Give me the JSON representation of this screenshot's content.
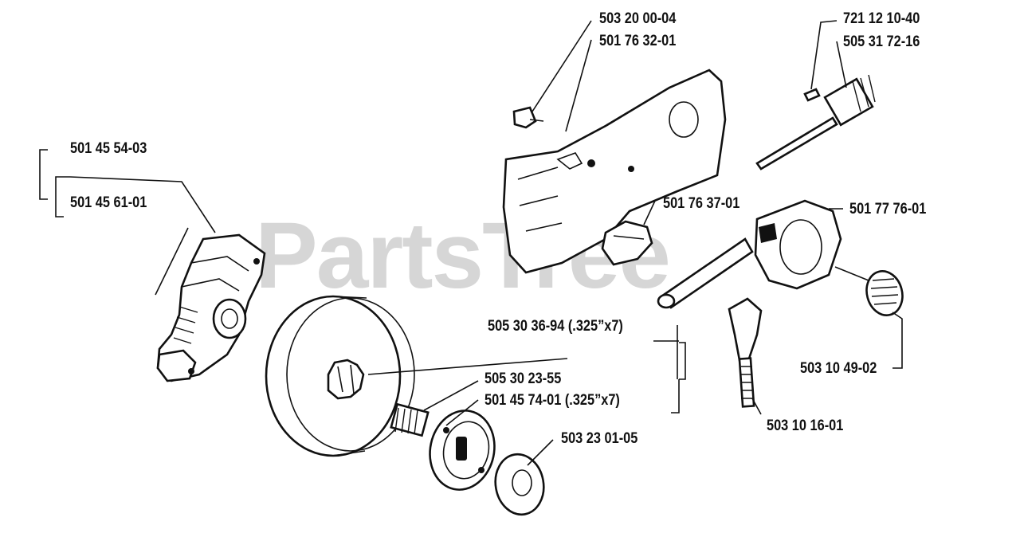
{
  "watermark": "PartsTree",
  "labels": {
    "p1": "503 20 00-04",
    "p2": "501 76 32-01",
    "p3": "721 12 10-40",
    "p4": "505 31 72-16",
    "p5": "501 45 54-03",
    "p6": "501 45 61-01",
    "p7": "501 76 37-01",
    "p8": "501 77 76-01",
    "p9": "505 30 36-94 (.325”x7)",
    "p10": "503 10 49-02",
    "p11": "505 30 23-55",
    "p12": "501 45 74-01 (.325”x7)",
    "p13": "503 23 01-05",
    "p14": "503 10 16-01"
  }
}
